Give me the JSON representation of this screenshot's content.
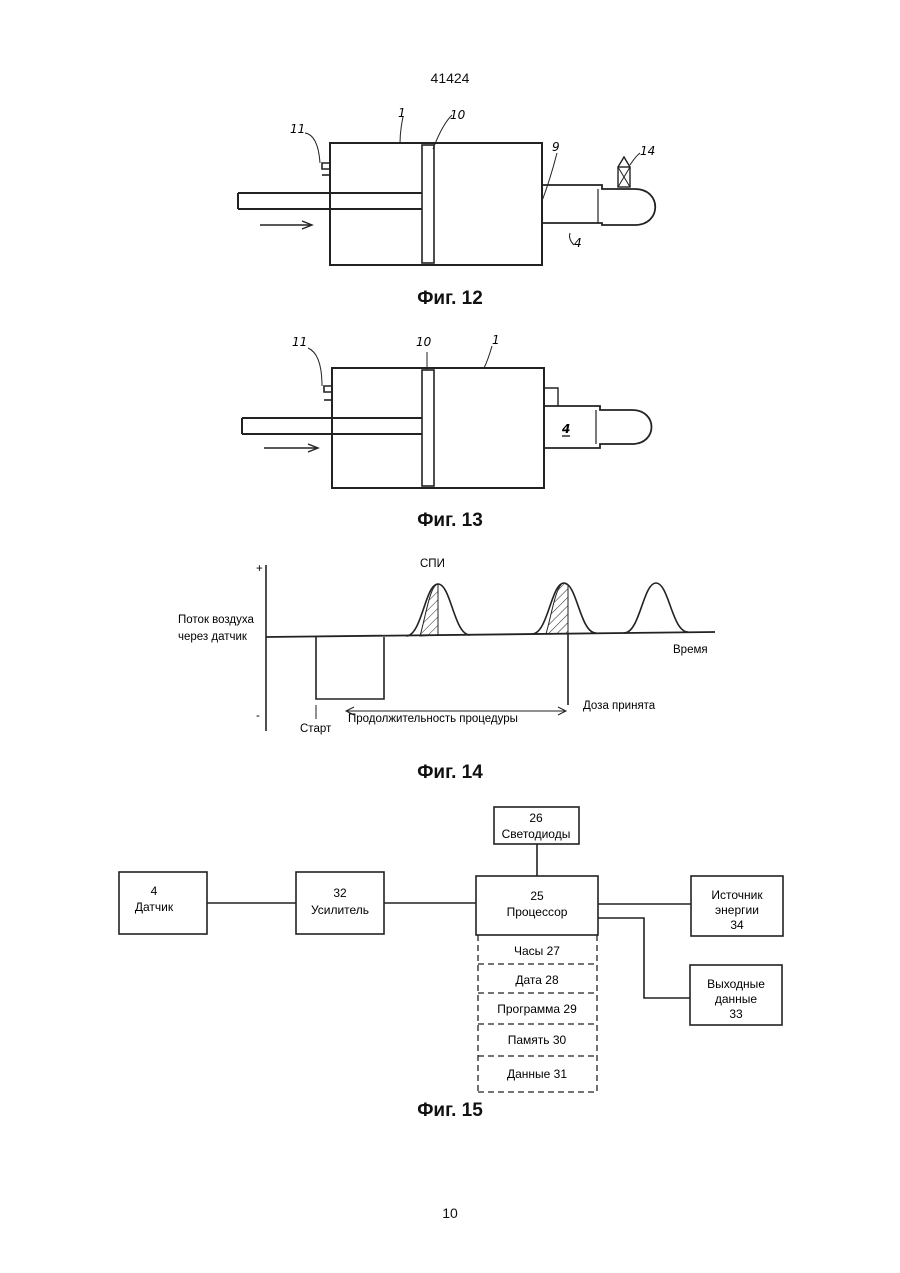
{
  "header": {
    "doc_number": "41424"
  },
  "footer": {
    "page_number": "10"
  },
  "fig12": {
    "caption": "Фиг. 12",
    "labels": {
      "l1": "1",
      "l10": "10",
      "l11": "11",
      "l9": "9",
      "l14": "14",
      "l4": "4"
    }
  },
  "fig13": {
    "caption": "Фиг. 13",
    "labels": {
      "l11": "11",
      "l10": "10",
      "l1": "1",
      "l4": "4"
    }
  },
  "fig14": {
    "caption": "Фиг. 14",
    "plus": "+",
    "minus": "-",
    "ylabel_line1": "Поток воздуха",
    "ylabel_line2": "через датчик",
    "peak_label": "СПИ",
    "time_label": "Время",
    "start_label": "Старт",
    "duration_label": "Продолжительность процедуры",
    "dose_label": "Доза принята"
  },
  "fig15": {
    "caption": "Фиг. 15",
    "blocks": {
      "leds_num": "26",
      "leds_name": "Светодиоды",
      "sensor_num": "4",
      "sensor_name": "Датчик",
      "amp_num": "32",
      "amp_name": "Усилитель",
      "cpu_num": "25",
      "cpu_name": "Процессор",
      "power_l1": "Источник",
      "power_l2": "энергии",
      "power_num": "34",
      "out_l1": "Выходные",
      "out_l2": "данные",
      "out_num": "33"
    },
    "sub": {
      "clock": "Часы 27",
      "date": "Дата   28",
      "program": "Программа 29",
      "memory": "Память 30",
      "data": "Данные 31"
    }
  }
}
